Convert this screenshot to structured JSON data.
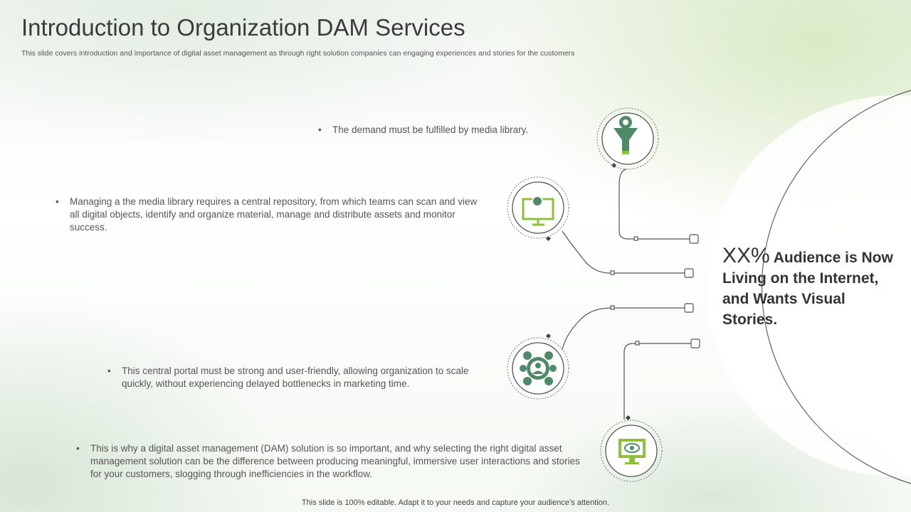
{
  "title": "Introduction to Organization DAM Services",
  "subtitle": "This slide covers introduction and importance of digital asset management as  through right solution companies can engaging experiences and stories for the customers",
  "bullets": [
    "The demand must be fulfilled by media library.",
    "Managing a the media library requires a central repository, from which teams can scan and view all digital objects, identify and organize material, manage and distribute assets and monitor success.",
    "This central portal must be strong and user-friendly, allowing organization to scale quickly, without experiencing delayed bottlenecks in marketing time.",
    "This is why a digital asset management (DAM) solution is so important, and why selecting the right digital asset management solution can be the difference between producing meaningful, immersive user interactions and stories for your customers, slogging through inefficiencies in the workflow."
  ],
  "bullet_marker": "•",
  "stat": {
    "number": "XX%",
    "text": " Audience is Now Living on the Internet, and Wants Visual Stories."
  },
  "icons": [
    "funnel-gear-icon",
    "monitor-globe-icon",
    "team-network-icon",
    "monitor-eye-icon"
  ],
  "colors": {
    "dark_green": "#4e8a6a",
    "light_green": "#8fbf3f",
    "line": "#555555"
  },
  "footer": "This slide is 100% editable. Adapt it to your needs and capture your audience’s attention."
}
